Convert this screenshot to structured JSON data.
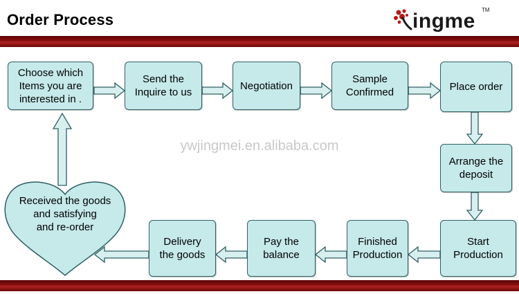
{
  "header": {
    "title": "Order Process"
  },
  "logo": {
    "text": "ingme",
    "tm": "TM"
  },
  "watermark": "ywjingmei.en.alibaba.com",
  "steps": {
    "choose": "Choose which\nItems you are\ninterested in .",
    "send": "Send the\nInquire to us",
    "negotiation": "Negotiation",
    "sample": "Sample\nConfirmed",
    "place": "Place order",
    "deposit": "Arrange the\ndeposit",
    "start": "Start\nProduction",
    "finished": "Finished\nProduction",
    "pay": "Pay the\nbalance",
    "delivery": "Delivery\nthe goods",
    "received": "Received the goods\nand satisfying\nand re-order"
  },
  "colors": {
    "box_fill": "#c6e9ea",
    "box_border": "#2d5f63",
    "bar": "#8a1010",
    "logo_red": "#b51a1a"
  }
}
